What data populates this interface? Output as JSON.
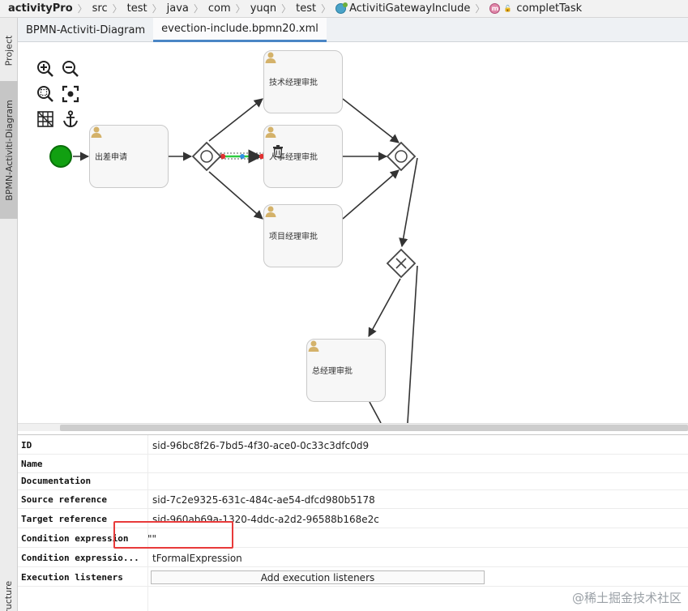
{
  "breadcrumb": {
    "project": "activityPro",
    "items": [
      "src",
      "test",
      "java",
      "com",
      "yuqn",
      "test"
    ],
    "class_name": "ActivitiGatewayInclude",
    "method_name": "completTask",
    "method_badge": "m"
  },
  "left_stripe": {
    "project_tab": "Project",
    "diagram_tab": "BPMN-Activiti-Diagram",
    "structure_tab": "Structure"
  },
  "tabs": [
    {
      "label": "BPMN-Activiti-Diagram",
      "active": false
    },
    {
      "label": "evection-include.bpmn20.xml",
      "active": true
    }
  ],
  "toolbar": {
    "icons": [
      "zoom-in-icon",
      "zoom-out-icon",
      "zoom-fit-icon",
      "zoom-actual-icon",
      "grid-icon",
      "anchor-icon"
    ]
  },
  "diagram": {
    "tasks": {
      "apply": "出差申请",
      "tech_manager": "技术经理审批",
      "hr_manager": "人事经理审批",
      "project_manager": "项目经理审批",
      "general_manager": "总经理审批"
    },
    "colors": {
      "start_event": "#11a011",
      "task_fill": "#f7f7f7",
      "user_icon": "#d4b26a",
      "selected_flow": "#2ecc40",
      "handle": "#e03030"
    }
  },
  "properties": {
    "rows": [
      {
        "key": "ID",
        "value": "sid-96bc8f26-7bd5-4f30-ace0-0c33c3dfc0d9"
      },
      {
        "key": "Name",
        "value": ""
      },
      {
        "key": "Documentation",
        "value": ""
      },
      {
        "key": "Source reference",
        "value": "sid-7c2e9325-631c-484c-ae54-dfcd980b5178"
      },
      {
        "key": "Target reference",
        "value": "sid-960ab69a-1320-4ddc-a2d2-96588b168e2c"
      },
      {
        "key": "Condition expression",
        "value": "\"\""
      },
      {
        "key": "Condition expressio...",
        "value": "tFormalExpression"
      },
      {
        "key": "Execution listeners",
        "value": ""
      }
    ],
    "add_listeners_label": "Add execution listeners"
  },
  "watermark": "@稀土掘金技术社区"
}
